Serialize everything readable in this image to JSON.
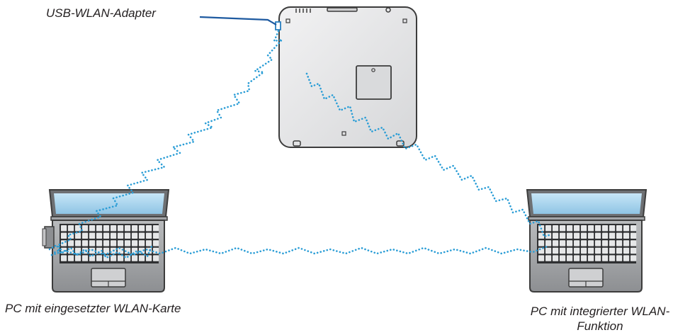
{
  "labels": {
    "usb_adapter": "USB-WLAN-Adapter",
    "pc_left": "PC mit eingesetzter WLAN-Karte",
    "pc_right_line1": "PC mit integrierter WLAN-",
    "pc_right_line2": "Funktion"
  },
  "colors": {
    "wireless_link": "#2a9dd6",
    "leader_line": "#1e5aa0",
    "device_body": "#e4e5e6",
    "device_outline": "#3c3c3c",
    "screen": "#a8d4ee",
    "laptop_body": "#9ea0a3"
  }
}
